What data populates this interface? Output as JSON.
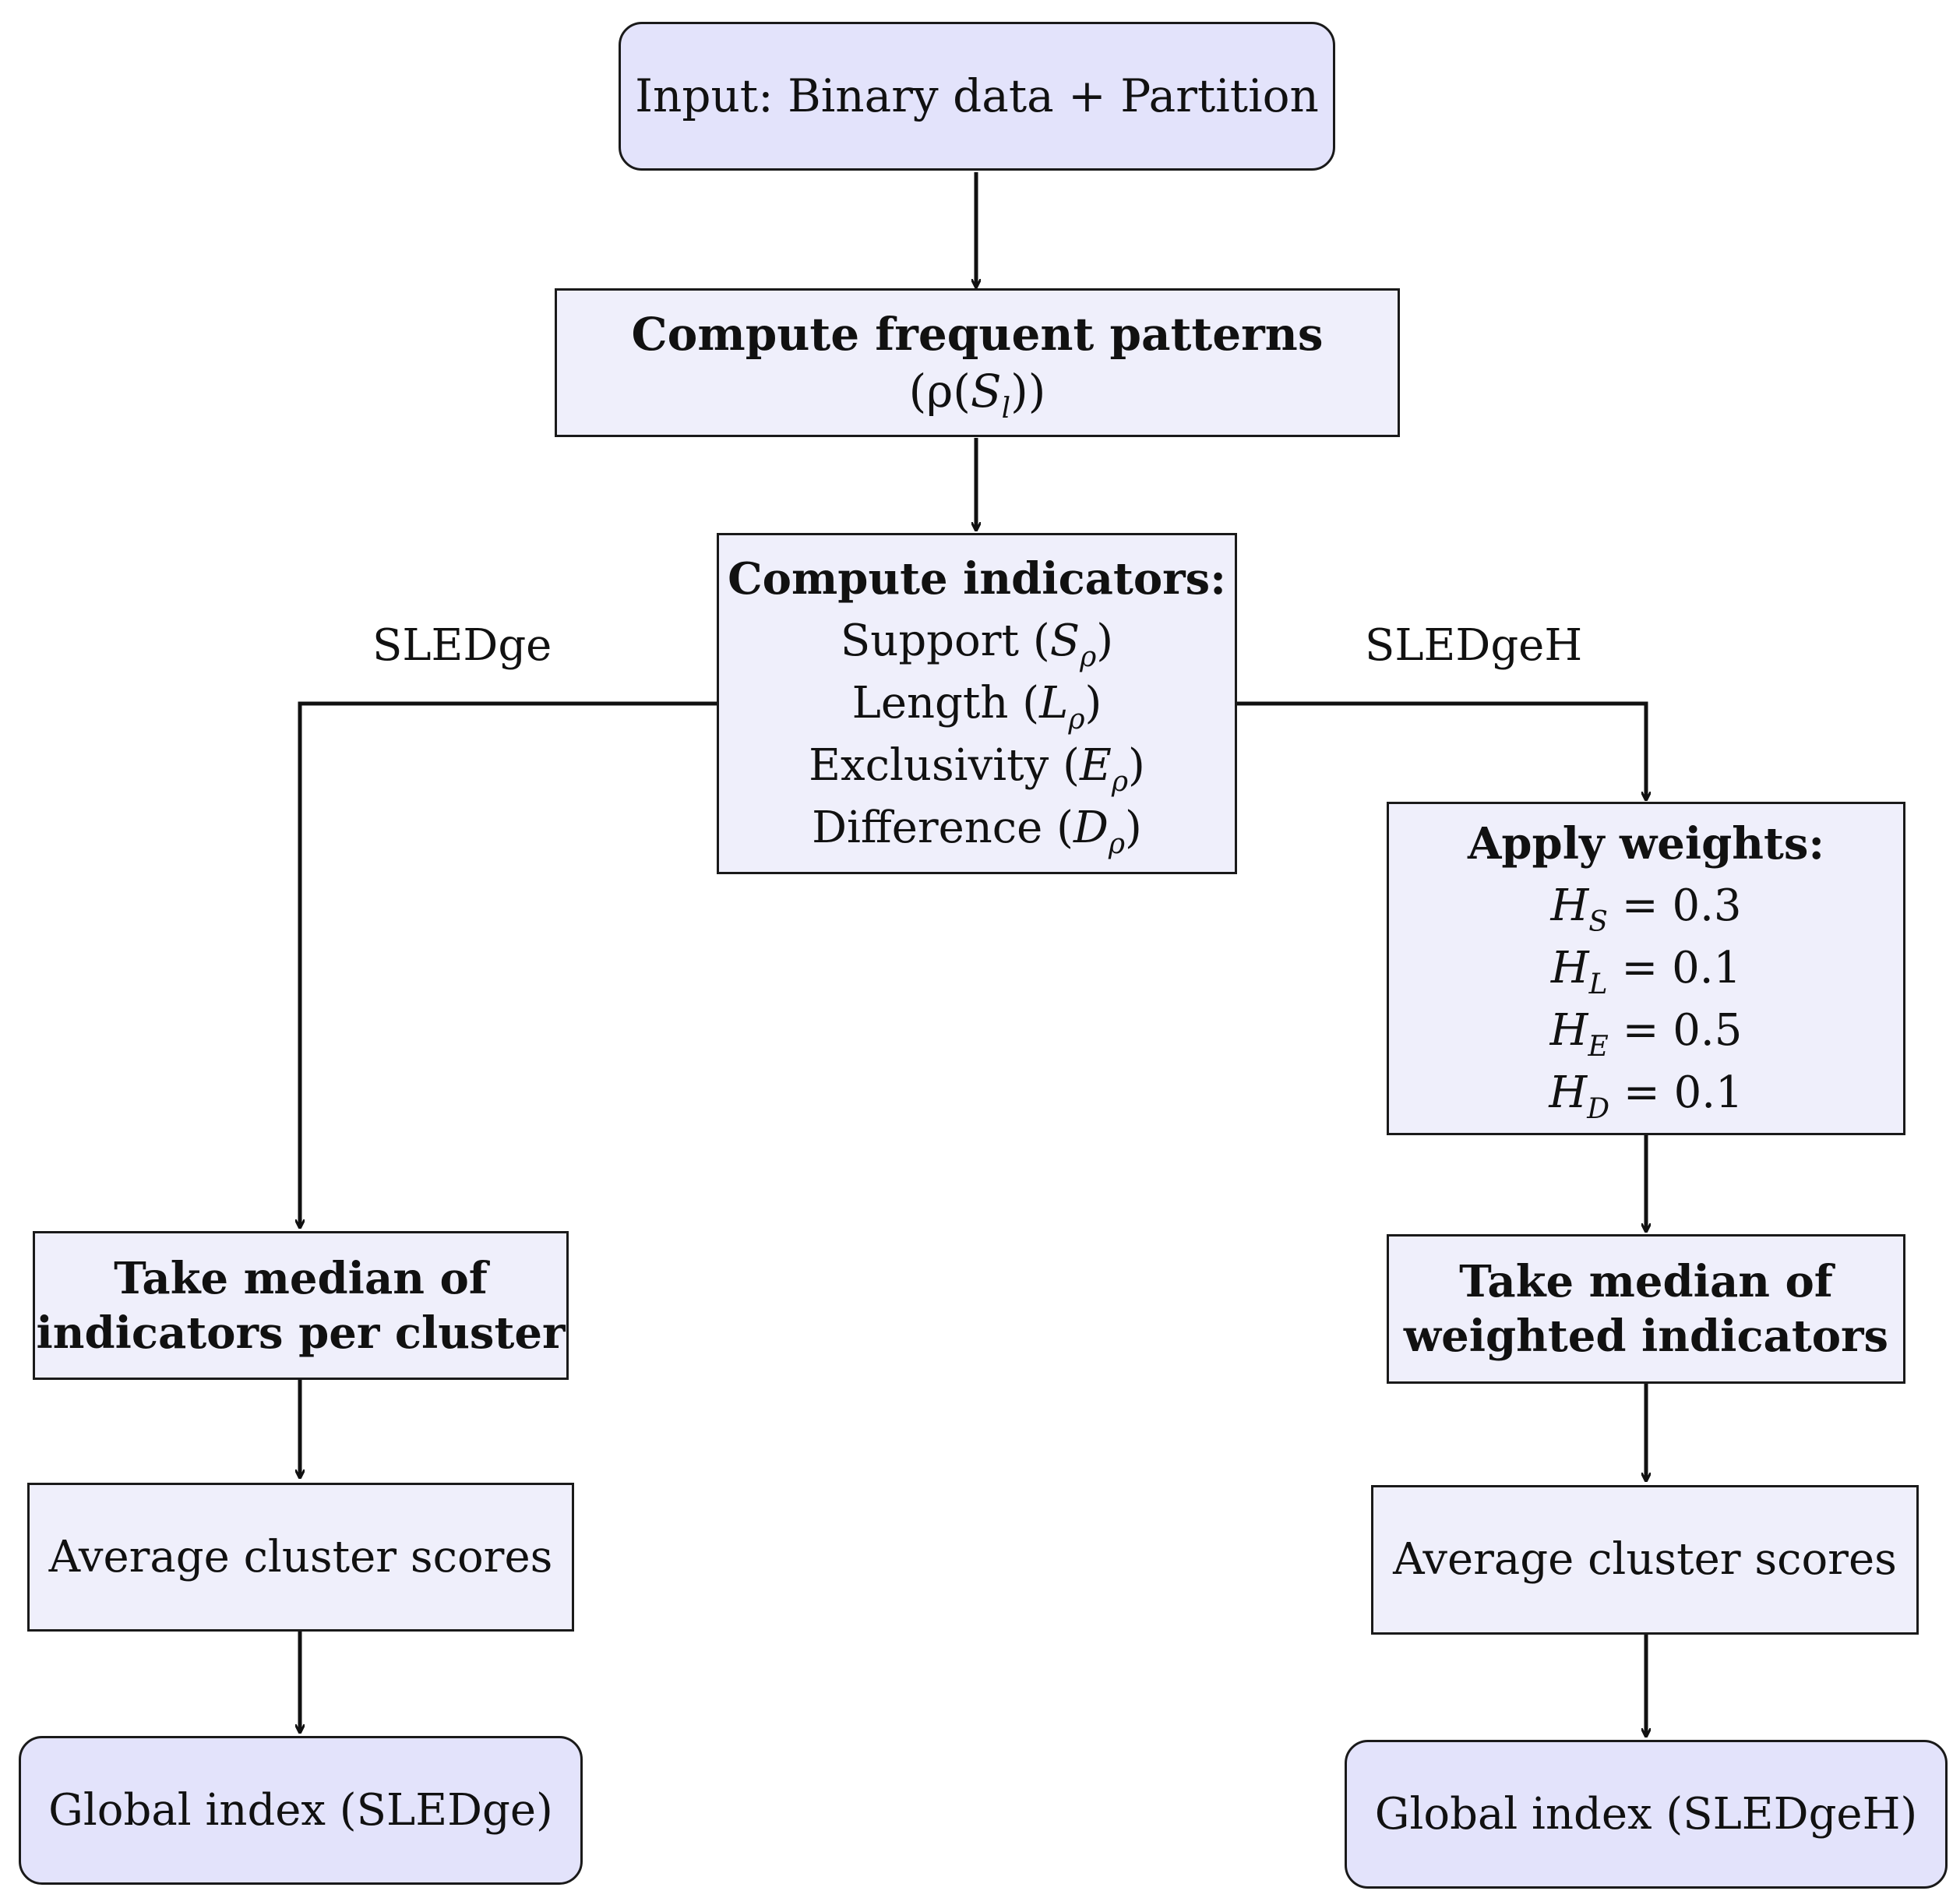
{
  "nodes": {
    "input": {
      "text": "Input: Binary data + Partition"
    },
    "patterns": {
      "bold": "Compute frequent patterns",
      "math_prefix": "(ρ(",
      "math_var": "S",
      "math_sub": "l",
      "math_suffix": "))"
    },
    "indicators": {
      "title": "Compute indicators:",
      "items": [
        {
          "name": "Support",
          "var": "S",
          "sub": "ρ"
        },
        {
          "name": "Length",
          "var": "L",
          "sub": "ρ"
        },
        {
          "name": "Exclusivity",
          "var": "E",
          "sub": "ρ"
        },
        {
          "name": "Difference",
          "var": "D",
          "sub": "ρ"
        }
      ]
    },
    "weights": {
      "title": "Apply weights:",
      "items": [
        {
          "var": "H",
          "sub": "S",
          "eq": " = 0.3"
        },
        {
          "var": "H",
          "sub": "L",
          "eq": " = 0.1"
        },
        {
          "var": "H",
          "sub": "E",
          "eq": " = 0.5"
        },
        {
          "var": "H",
          "sub": "D",
          "eq": " = 0.1"
        }
      ]
    },
    "median_left": {
      "line1": "Take median of",
      "line2": "indicators per cluster"
    },
    "median_right": {
      "line1": "Take median of",
      "line2": "weighted indicators"
    },
    "avg_left": {
      "text": "Average cluster scores"
    },
    "avg_right": {
      "text": "Average cluster scores"
    },
    "global_left": {
      "text": "Global index (SLEDge)"
    },
    "global_right": {
      "text": "Global index (SLEDgeH)"
    }
  },
  "branch_labels": {
    "left": "SLEDge",
    "right": "SLEDgeH"
  }
}
